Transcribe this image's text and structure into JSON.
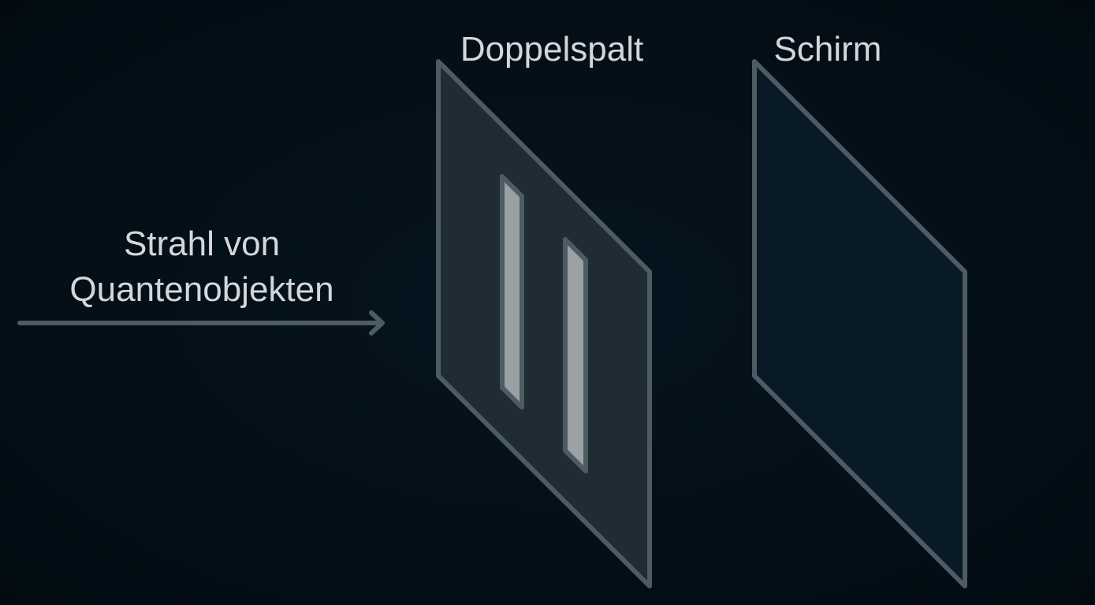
{
  "diagram": {
    "beam_label_line1": "Strahl von",
    "beam_label_line2": "Quantenobjekten",
    "slit_label": "Doppelspalt",
    "screen_label": "Schirm"
  },
  "colors": {
    "background": "#04101a",
    "text": "#d4d7da",
    "outline": "#4d5b63",
    "slit_plate_fill": "#1f2c34",
    "screen_fill": "#081a25",
    "slit_opening": "#9aa0a4"
  }
}
